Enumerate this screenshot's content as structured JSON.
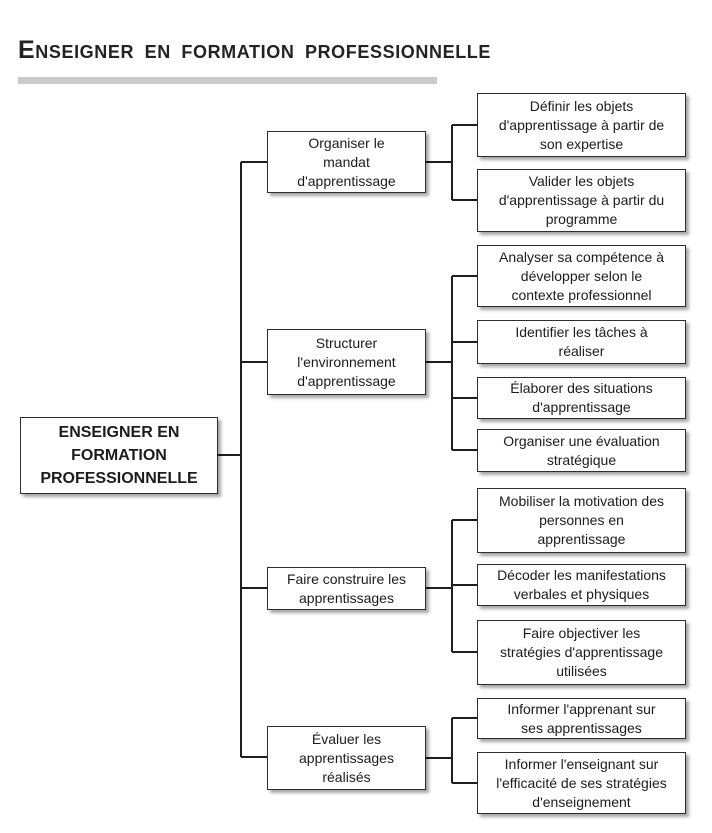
{
  "header": {
    "title": "Enseigner en formation professionnelle"
  },
  "colors": {
    "line": "#1e1e1e",
    "box_border": "#2e2e2e",
    "box_background": "#ffffff",
    "title_text": "#232323",
    "title_rule": "#cbcbcb"
  },
  "tree": {
    "root": {
      "label": "ENSEIGNER EN\nFORMATION\nPROFESSIONNELLE"
    },
    "groups": [
      {
        "label": "Organiser le\nmandat\nd'apprentissage",
        "children": [
          {
            "label": "Définir les objets\nd'apprentissage à partir de\nson expertise"
          },
          {
            "label": "Valider les objets\nd'apprentissage à partir du\nprogramme"
          }
        ]
      },
      {
        "label": "Structurer\nl'environnement\nd'apprentissage",
        "children": [
          {
            "label": "Analyser sa compétence à\ndévelopper selon le\ncontexte professionnel"
          },
          {
            "label": "Identifier les tâches à\nréaliser"
          },
          {
            "label": "Élaborer des situations\nd'apprentissage"
          },
          {
            "label": "Organiser une évaluation\nstratégique"
          }
        ]
      },
      {
        "label": "Faire construire les\napprentissages",
        "children": [
          {
            "label": "Mobiliser la motivation des\npersonnes en\napprentissage"
          },
          {
            "label": "Décoder les manifestations\nverbales et physiques"
          },
          {
            "label": "Faire objectiver les\nstratégies d'apprentissage\nutilisées"
          }
        ]
      },
      {
        "label": "Évaluer les\napprentissages\nréalisés",
        "children": [
          {
            "label": "Informer l'apprenant sur\nses apprentissages"
          },
          {
            "label": "Informer l'enseignant sur\nl'efficacité de ses stratégies\nd'enseignement"
          }
        ]
      }
    ]
  }
}
